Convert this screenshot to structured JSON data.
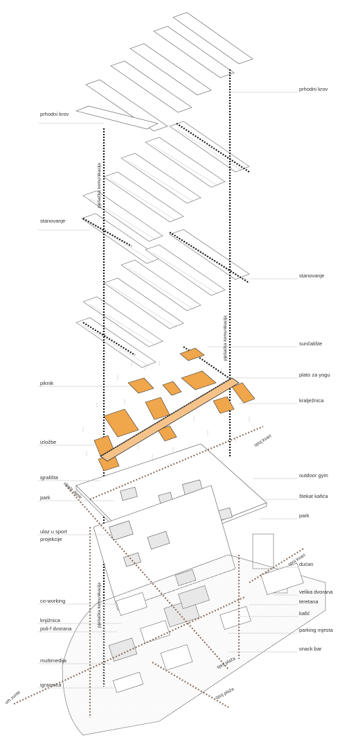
{
  "labels_left": [
    {
      "id": "prhodni-krov-left",
      "text": "prhodni krov"
    },
    {
      "id": "stanovanje-left",
      "text": "stanovanje"
    },
    {
      "id": "piknik",
      "text": "piknik"
    },
    {
      "id": "izlozbe",
      "text": "izložbe"
    },
    {
      "id": "igralista",
      "text": "igrališta"
    },
    {
      "id": "park-left",
      "text": "park"
    },
    {
      "id": "ulaz-u-sport",
      "text": "ulaz u sport"
    },
    {
      "id": "projekcije",
      "text": "projekcije"
    },
    {
      "id": "co-working",
      "text": "co-working"
    },
    {
      "id": "knjiznica",
      "text": "knjižnica"
    },
    {
      "id": "poli-f-dvorana",
      "text": "poli-f dvorana"
    },
    {
      "id": "multimedija",
      "text": "multimedija"
    },
    {
      "id": "igraonica",
      "text": "igraonica"
    }
  ],
  "labels_right": [
    {
      "id": "prhodni-krov-right",
      "text": "prhodni krov"
    },
    {
      "id": "stanovanje-right",
      "text": "stanovanje"
    },
    {
      "id": "suncaliste",
      "text": "sunčalište"
    },
    {
      "id": "plato-za-yogu",
      "text": "plato za yogu"
    },
    {
      "id": "kraljeznica",
      "text": "kralježnica"
    },
    {
      "id": "outdoor-gym",
      "text": "outdoor gym"
    },
    {
      "id": "stekat-kafica",
      "text": "štekat kafića"
    },
    {
      "id": "park-right",
      "text": "park"
    },
    {
      "id": "ducan",
      "text": "dućan"
    },
    {
      "id": "velika-dvorana",
      "text": "velika dvorana"
    },
    {
      "id": "teretana",
      "text": "teretana"
    },
    {
      "id": "kafic",
      "text": "kafić"
    },
    {
      "id": "parking-mjesta",
      "text": "parking mjesta"
    },
    {
      "id": "snack-bar",
      "text": "snack bar"
    }
  ],
  "connection_labels": {
    "spoj_kvart_1": "spoj kvart",
    "spoj_kvart_2": "spoj kvart",
    "obala_dijele": "obala dijele",
    "spoj_plaza_1": "spoj plaža",
    "spoj_plaza_2": "spoj plaža",
    "vrh_zunte": "vrh zunte"
  },
  "vertical_labels": {
    "left": "pješačka komunikacija",
    "right": "pješačka komunikacija",
    "bottom": "pješačka komunikacija"
  },
  "colors": {
    "accent": "#f0a64a",
    "line": "#222222",
    "dotted_brown": "#8a7060",
    "grey": "#999999"
  }
}
